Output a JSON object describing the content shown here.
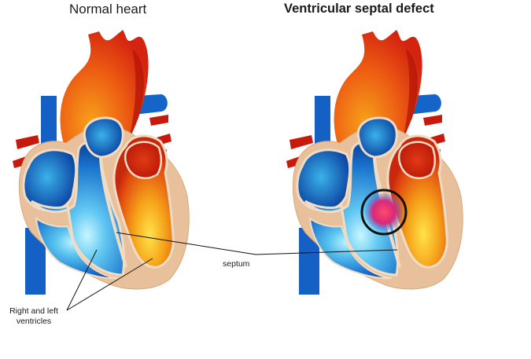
{
  "titles": {
    "normal": "Normal heart",
    "defect": "Ventricular septal defect"
  },
  "labels": {
    "septum": "septum",
    "ventricles_line1": "Right and left",
    "ventricles_line2": "ventricles"
  },
  "colors": {
    "deoxygenated_blue": "#1a6fc8",
    "oxygenated_red": "#d61f10",
    "oxygenated_orange": "#f29a12",
    "muscle_tan": "#e8c19c",
    "defect_marker": "#111111"
  }
}
